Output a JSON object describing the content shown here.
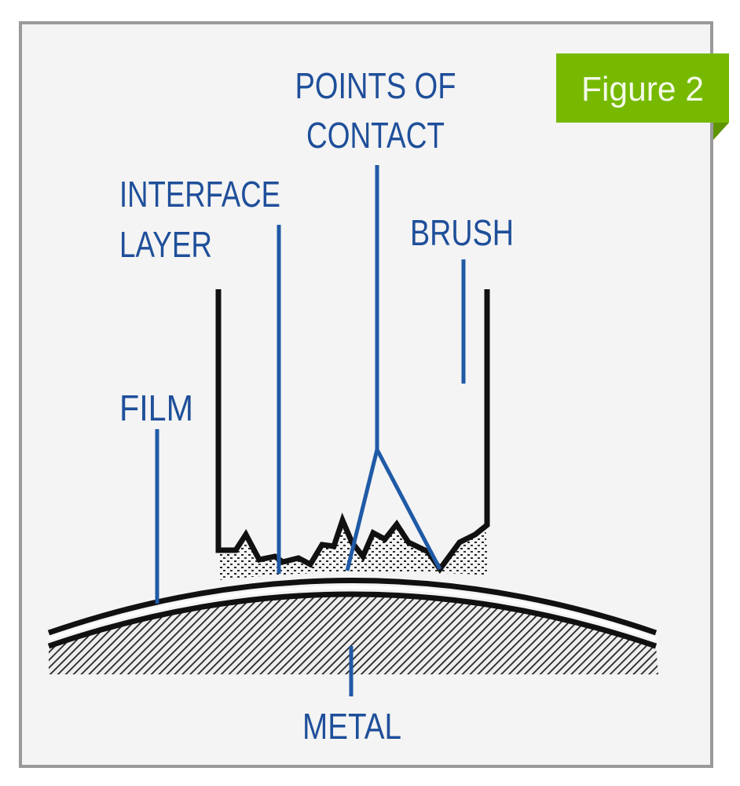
{
  "badge": {
    "label": "Figure 2",
    "color": "#76b900"
  },
  "labels": {
    "points_of_contact": [
      "POINTS OF",
      "CONTACT"
    ],
    "interface_layer": [
      "INTERFACE",
      "LAYER"
    ],
    "brush": "BRUSH",
    "film": "FILM",
    "metal": "METAL"
  },
  "colors": {
    "label": "#1f4f9a",
    "leader": "#1f5aa6",
    "frame": "#9a9a9a",
    "background": "#f4f4f4"
  }
}
